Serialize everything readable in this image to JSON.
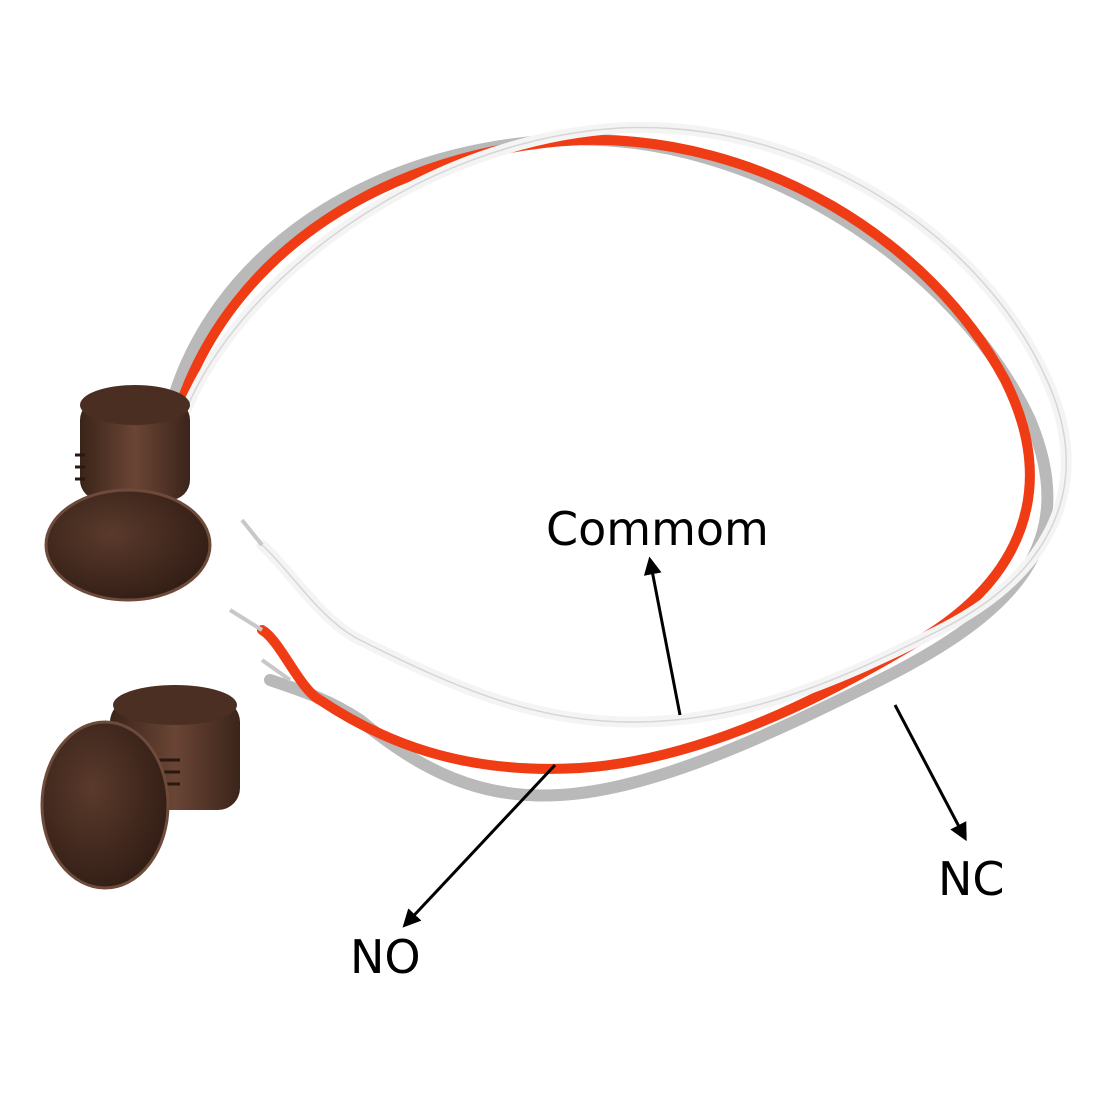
{
  "image": {
    "description_items": [
      "reed-switch-sensor",
      "reed-switch-magnet",
      "wire-common",
      "wire-no",
      "wire-nc"
    ]
  },
  "labels": {
    "common": "Commom",
    "no": "NO",
    "nc": "NC"
  },
  "colors": {
    "background": "#ffffff",
    "body_brown": "#4a2e22",
    "wire_red": "#f03c14",
    "wire_white": "#f4f4f4",
    "wire_gray": "#b9b9b9",
    "arrow": "#000000"
  }
}
